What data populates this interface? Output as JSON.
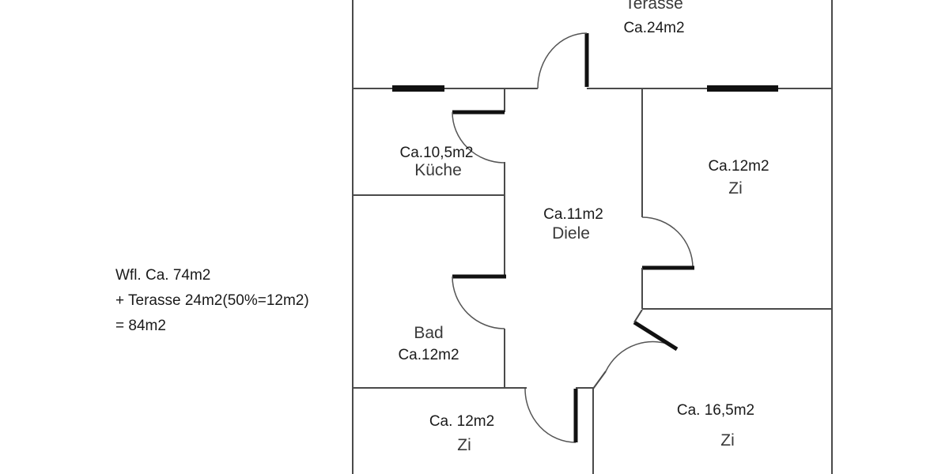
{
  "terrace": {
    "name": "Terasse",
    "area": "Ca.24m2"
  },
  "kitchen": {
    "area": "Ca.10,5m2",
    "name": "Küche"
  },
  "hall": {
    "area": "Ca.11m2",
    "name": "Diele"
  },
  "room_right_top": {
    "area": "Ca.12m2",
    "name": "Zi"
  },
  "bath": {
    "name": "Bad",
    "area": "Ca.12m2"
  },
  "room_bottom_left": {
    "area": "Ca. 12m2",
    "name": "Zi"
  },
  "room_bottom_right": {
    "area": "Ca. 16,5m2",
    "name": "Zi"
  },
  "summary": {
    "line1": "Wfl. Ca. 74m2",
    "line2": "+ Terasse 24m2(50%=12m2)",
    "line3": "= 84m2"
  }
}
